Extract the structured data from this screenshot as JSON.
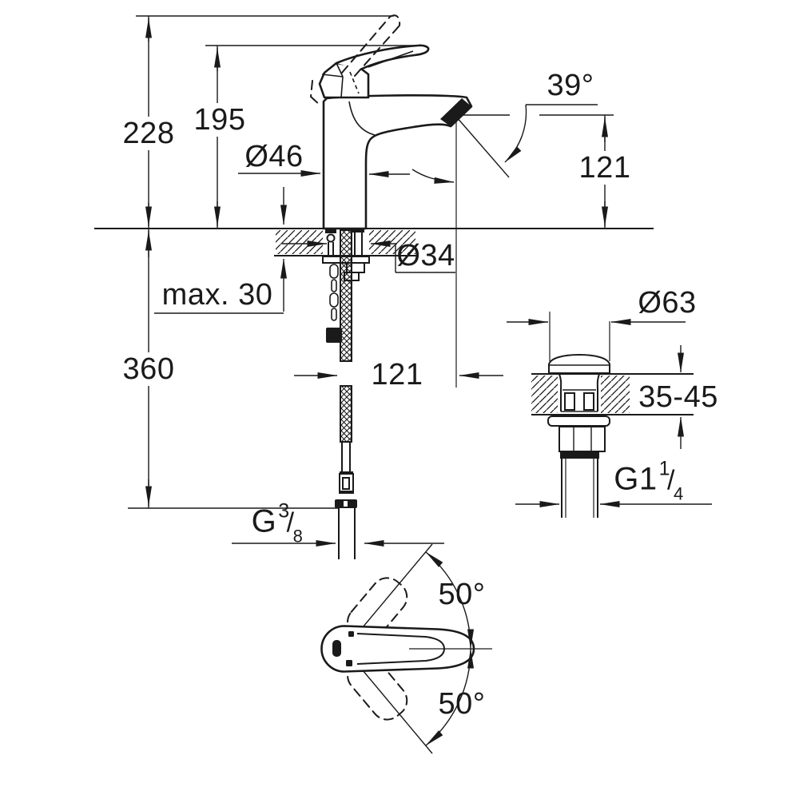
{
  "dimensions": {
    "overall_height": "228",
    "handle_height": "195",
    "body_diameter": "Ø46",
    "spout_angle": "39°",
    "spout_height": "121",
    "hole_diameter": "Ø34",
    "max_deck_thickness": "max. 30",
    "hose_length": "360",
    "spout_reach": "121",
    "waste_cap_diameter": "Ø63",
    "waste_deck_range": "35-45",
    "waste_thread": {
      "prefix": "G1",
      "numerator": "1",
      "slash": "/",
      "denominator": "4"
    },
    "supply_thread": {
      "prefix": "G",
      "numerator": "3",
      "slash": "/",
      "denominator": "8"
    },
    "handle_swing_upper": "50°",
    "handle_swing_lower": "50°"
  },
  "colors": {
    "ink": "#1a1a1a",
    "background": "#ffffff"
  }
}
